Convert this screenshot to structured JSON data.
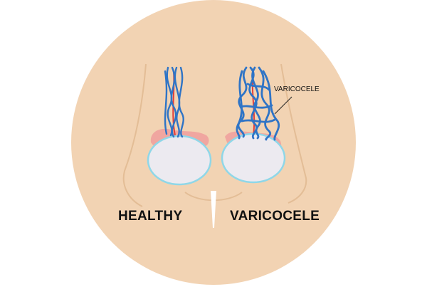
{
  "labels": {
    "healthy": "HEALTHY",
    "varicocele": "VARICOCELE",
    "callout": "VARICOCELE"
  },
  "colors": {
    "skin": "#f2d3b3",
    "skin_outline": "#e6c09b",
    "vein": "#2f74c6",
    "artery": "#e0403a",
    "epididymis": "#f0a6a0",
    "testis": "#eceaf0",
    "testis_outline": "#8fd7e8"
  }
}
